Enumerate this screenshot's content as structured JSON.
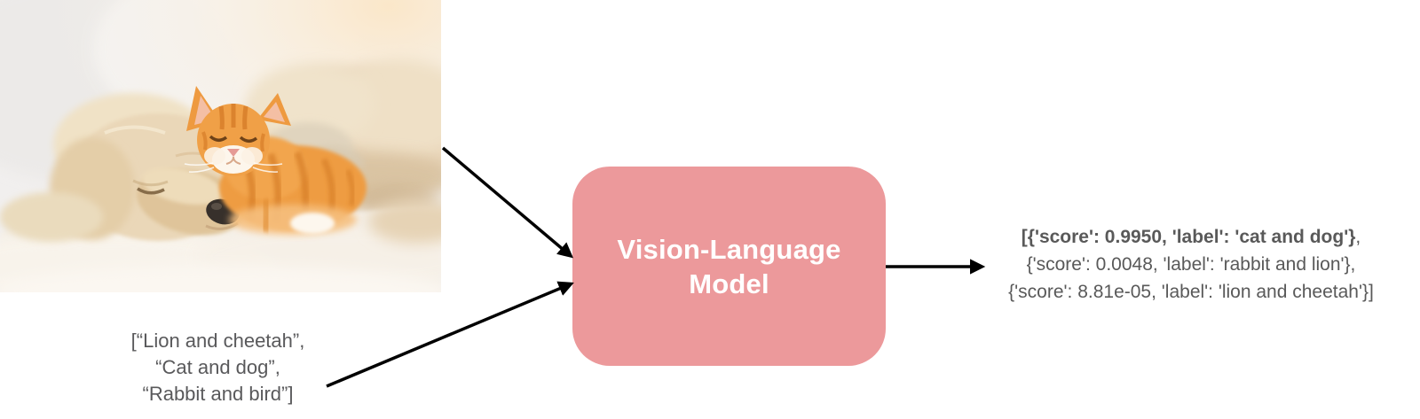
{
  "photo": {
    "description": "Sleeping cream-colored puppy with a ginger tabby kitten resting its head on the puppy"
  },
  "candidate_labels": {
    "lines": [
      "[“Lion and cheetah”,",
      "“Cat and dog”,",
      "“Rabbit and bird”]"
    ]
  },
  "model_box": {
    "label_lines": [
      "Vision-Language",
      "Model"
    ],
    "fill_color": "#EC999B",
    "text_color": "#FFFFFF"
  },
  "output": {
    "line1_bold": "[{'score': 0.9950, 'label': 'cat and dog'}",
    "line1_tail": ",",
    "line2": "{'score': 0.0048, 'label': 'rabbit and lion'},",
    "line3": "{'score': 8.81e-05, 'label': 'lion and cheetah'}]",
    "text_color": "#595959"
  },
  "arrows": {
    "color": "#000000",
    "image_to_model": "arrow from pet photo to model box",
    "labels_to_model": "arrow from candidate labels to model box",
    "model_to_output": "arrow from model box to output scores"
  }
}
